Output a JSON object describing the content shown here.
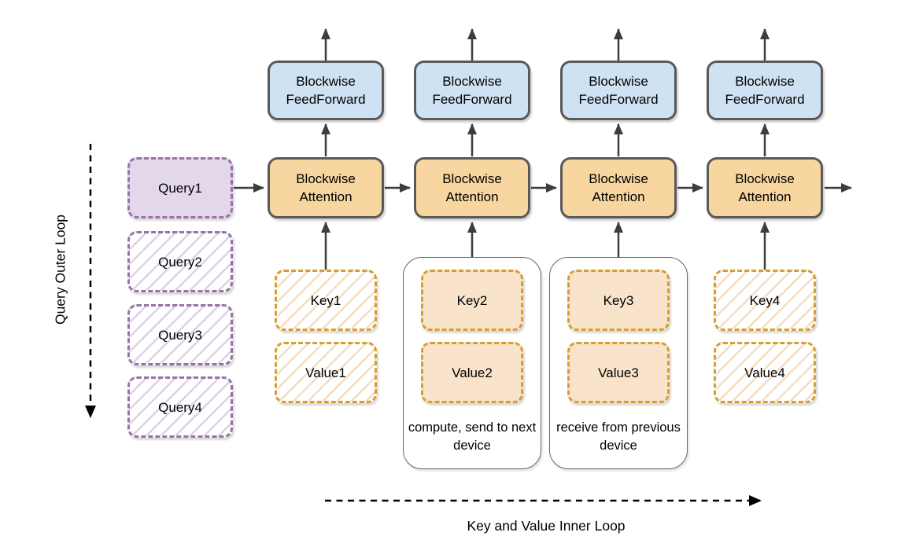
{
  "labels": {
    "query_outer_loop": "Query Outer Loop",
    "kv_inner_loop": "Key and Value Inner Loop"
  },
  "queries": [
    "Query1",
    "Query2",
    "Query3",
    "Query4"
  ],
  "columns": [
    {
      "feedforward": "Blockwise FeedForward",
      "attention": "Blockwise Attention",
      "key": "Key1",
      "value": "Value1",
      "kv_style": "hatched",
      "annotation": ""
    },
    {
      "feedforward": "Blockwise FeedForward",
      "attention": "Blockwise Attention",
      "key": "Key2",
      "value": "Value2",
      "kv_style": "filled",
      "annotation": "compute, send to next device"
    },
    {
      "feedforward": "Blockwise FeedForward",
      "attention": "Blockwise Attention",
      "key": "Key3",
      "value": "Value3",
      "kv_style": "filled",
      "annotation": "receive from previous device"
    },
    {
      "feedforward": "Blockwise FeedForward",
      "attention": "Blockwise Attention",
      "key": "Key4",
      "value": "Value4",
      "kv_style": "hatched",
      "annotation": ""
    }
  ],
  "colors": {
    "ff_fill": "#cfe2f3",
    "attn_fill": "#f8d6a0",
    "kv_fill": "#f9e4cb",
    "kv_stroke": "#d2a032",
    "kv_hatch": "#f8dcbf",
    "query_fill": "#e2d8ea",
    "query_stroke": "#9673a6",
    "query_hatch": "#dcd1e8",
    "box_stroke": "#595959",
    "arrow": "#3d3d3d",
    "container_stroke": "#666666",
    "text": "#000000"
  }
}
